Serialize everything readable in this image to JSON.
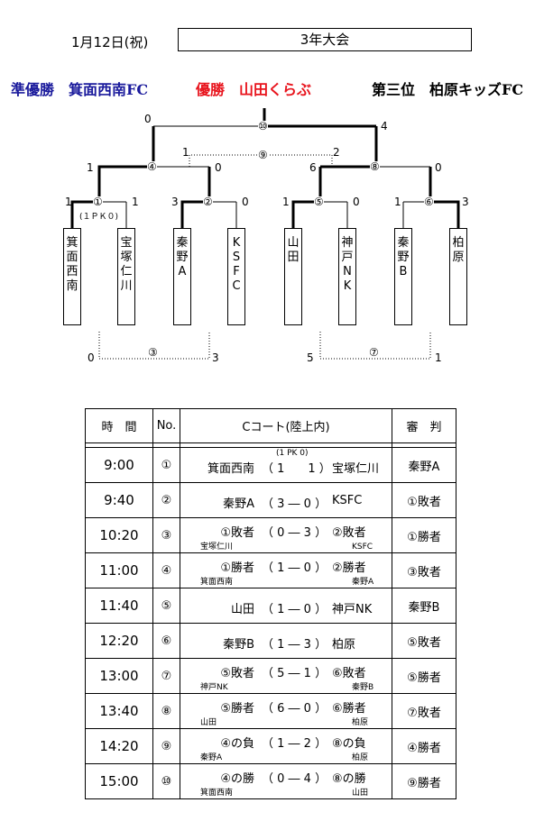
{
  "date": "1月12日(祝)",
  "event_title": "3年大会",
  "results": {
    "runner_up": "準優勝　箕面西南FC",
    "winner": "優勝　山田くらぶ",
    "third": "第三位　柏原キッズFC"
  },
  "colors": {
    "runner_up": "#1a1a9c",
    "winner": "#e8141d",
    "third": "#000000"
  },
  "bracket": {
    "teams": [
      {
        "lines": [
          "箕",
          "面",
          "西",
          "南"
        ]
      },
      {
        "lines": [
          "宝",
          "塚",
          "仁",
          "川"
        ]
      },
      {
        "lines": [
          "秦",
          "野",
          "A"
        ]
      },
      {
        "lines": [
          "K",
          "S",
          "F",
          "C"
        ]
      },
      {
        "lines": [
          "山",
          "田"
        ]
      },
      {
        "lines": [
          "神",
          "戸",
          "N",
          "K"
        ]
      },
      {
        "lines": [
          "秦",
          "野",
          "B"
        ]
      },
      {
        "lines": [
          "柏",
          "原"
        ]
      }
    ],
    "match_numbers": [
      "①",
      "②",
      "③",
      "④",
      "⑤",
      "⑥",
      "⑦",
      "⑧",
      "⑨",
      "⑩"
    ],
    "pk_note": "(１ＰＫ０)",
    "scores": {
      "m1_l": "1",
      "m1_r": "1",
      "m2_l": "3",
      "m2_r": "0",
      "m5_l": "1",
      "m5_r": "0",
      "m6_l": "1",
      "m6_r": "3",
      "m4_l": "1",
      "m4_r": "0",
      "m8_l": "6",
      "m8_r": "0",
      "m9_l": "1",
      "m9_r": "2",
      "m10_l": "0",
      "m10_r": "4",
      "m3_l": "0",
      "m3_r": "3",
      "m7_l": "5",
      "m7_r": "1"
    }
  },
  "schedule": {
    "headers": {
      "time": "時　間",
      "no": "No.",
      "court": "Cコート(陸上内)",
      "referee": "審　判"
    },
    "rows": [
      {
        "time": "9:00",
        "no": "①",
        "left": "箕面西南",
        "score": "（ 1　　1 ）",
        "pk": "(1 PK 0)",
        "right": "宝塚仁川",
        "left_sub": "",
        "right_sub": "",
        "ref": "秦野A"
      },
      {
        "time": "9:40",
        "no": "②",
        "left": "秦野A",
        "score": "（ 3 ― 0 ）",
        "pk": "",
        "right": "KSFC",
        "left_sub": "",
        "right_sub": "",
        "ref": "①敗者"
      },
      {
        "time": "10:20",
        "no": "③",
        "left": "①敗者",
        "score": "（ 0 ― 3 ）",
        "pk": "",
        "right": "②敗者",
        "left_sub": "宝塚仁川",
        "right_sub": "KSFC",
        "ref": "①勝者"
      },
      {
        "time": "11:00",
        "no": "④",
        "left": "①勝者",
        "score": "（ 1 ― 0 ）",
        "pk": "",
        "right": "②勝者",
        "left_sub": "箕面西南",
        "right_sub": "秦野A",
        "ref": "③敗者"
      },
      {
        "time": "11:40",
        "no": "⑤",
        "left": "山田",
        "score": "（ 1 ― 0 ）",
        "pk": "",
        "right": "神戸NK",
        "left_sub": "",
        "right_sub": "",
        "ref": "秦野B"
      },
      {
        "time": "12:20",
        "no": "⑥",
        "left": "秦野B",
        "score": "（ 1 ― 3 ）",
        "pk": "",
        "right": "柏原",
        "left_sub": "",
        "right_sub": "",
        "ref": "⑤敗者"
      },
      {
        "time": "13:00",
        "no": "⑦",
        "left": "⑤敗者",
        "score": "（ 5 ― 1 ）",
        "pk": "",
        "right": "⑥敗者",
        "left_sub": "神戸NK",
        "right_sub": "秦野B",
        "ref": "⑤勝者"
      },
      {
        "time": "13:40",
        "no": "⑧",
        "left": "⑤勝者",
        "score": "（ 6 ― 0 ）",
        "pk": "",
        "right": "⑥勝者",
        "left_sub": "山田",
        "right_sub": "柏原",
        "ref": "⑦敗者"
      },
      {
        "time": "14:20",
        "no": "⑨",
        "left": "④の負",
        "score": "（ 1 ― 2 ）",
        "pk": "",
        "right": "⑧の負",
        "left_sub": "秦野A",
        "right_sub": "柏原",
        "ref": "④勝者"
      },
      {
        "time": "15:00",
        "no": "⑩",
        "left": "④の勝",
        "score": "（ 0 ― 4 ）",
        "pk": "",
        "right": "⑧の勝",
        "left_sub": "箕面西南",
        "right_sub": "山田",
        "ref": "⑨勝者"
      }
    ]
  }
}
